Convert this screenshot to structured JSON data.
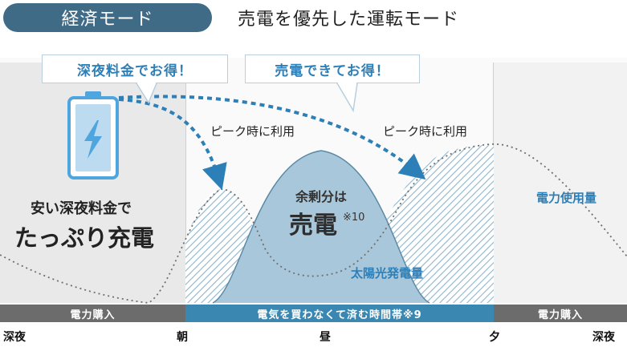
{
  "header": {
    "mode_label": "経済モード",
    "mode_description": "売電を優先した運転モード"
  },
  "callouts": {
    "night": "深夜料金でお得！",
    "sell": "売電できてお得！"
  },
  "peak_labels": {
    "morning": "ピーク時に利用",
    "evening": "ピーク時に利用"
  },
  "left_text": {
    "line1": "安い深夜料金で",
    "line2": "たっぷり充電"
  },
  "surplus": {
    "line1": "余剰分は",
    "line2": "売電",
    "note": "※10"
  },
  "curve_labels": {
    "solar": "太陽光発電量",
    "usage": "電力使用量"
  },
  "bars": {
    "left": "電力購入",
    "center": "電気を買わなくて済む時間帯※9",
    "right": "電力購入"
  },
  "time_axis": {
    "late_night_start": "深夜",
    "morning": "朝",
    "noon": "昼",
    "evening": "夕",
    "late_night_end": "深夜"
  },
  "colors": {
    "badge": "#3f6b86",
    "accent_blue": "#2d7fb8",
    "solar_fill": "#a9c7da",
    "bar_gray": "#6c6c6c",
    "bar_blue": "#3a88b1"
  },
  "icons": {
    "battery": "battery-charging-icon"
  }
}
